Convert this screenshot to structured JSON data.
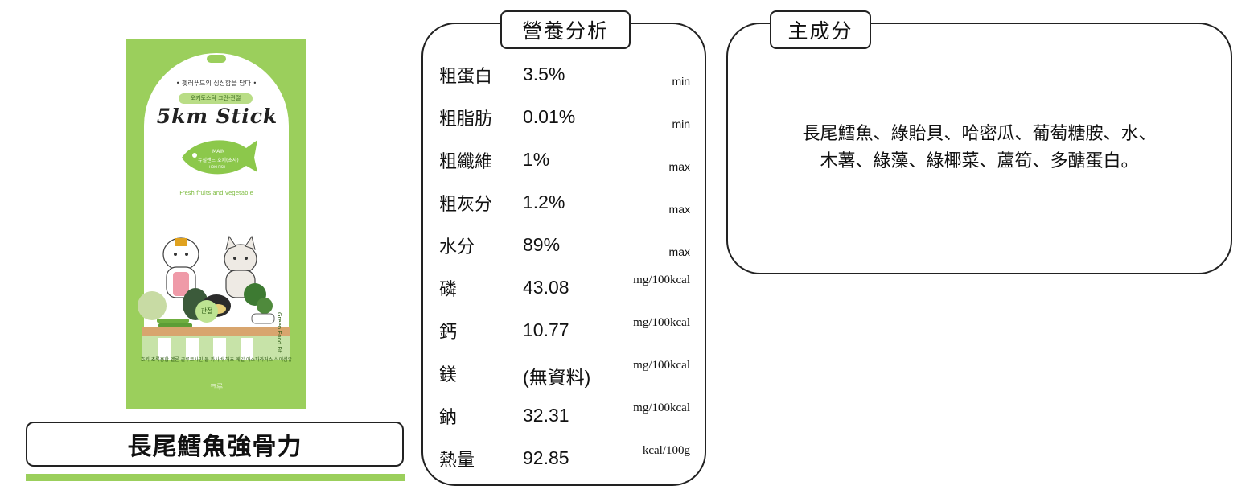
{
  "product": {
    "name": "長尾鱈魚強骨力",
    "package": {
      "tagline": "• 펫러푸드의 싱싱함을 담다 •",
      "subtag": "오키도스틱 그린-관절",
      "brand": "5km Stick",
      "main_label": "MAIN",
      "fish_text": "뉴질랜드 호키(초사)",
      "fish_sub": "HOKI FISH",
      "fresh_text": "Fresh fruits and vegetable",
      "flavor_badge": "관절",
      "vertical_text": "Green Food Fit",
      "bottom_text": "호키 초록홍합 멜론 글루코사민 물 카사바 해초 케일 아스파라거스 식이섬유",
      "maker": "크루",
      "colors": {
        "package_green": "#9bcf5c",
        "arch": "#ffffff"
      }
    }
  },
  "nutrition": {
    "title": "營養分析",
    "rows": [
      {
        "label": "粗蛋白",
        "value": "3.5%",
        "unit": "min"
      },
      {
        "label": "粗脂肪",
        "value": "0.01%",
        "unit": "min"
      },
      {
        "label": "粗纖維",
        "value": "1%",
        "unit": "max"
      },
      {
        "label": "粗灰分",
        "value": "1.2%",
        "unit": "max"
      },
      {
        "label": "水分",
        "value": "89%",
        "unit": "max"
      },
      {
        "label": "磷",
        "value": "43.08",
        "unit": "mg/100kcal"
      },
      {
        "label": "鈣",
        "value": "10.77",
        "unit": "mg/100kcal"
      },
      {
        "label": "鎂",
        "value": "(無資料)",
        "unit": "mg/100kcal"
      },
      {
        "label": "鈉",
        "value": "32.31",
        "unit": "mg/100kcal"
      },
      {
        "label": "熱量",
        "value": "92.85",
        "unit": "kcal/100g"
      }
    ]
  },
  "ingredients": {
    "title": "主成分",
    "line1": "長尾鱈魚、綠貽貝、哈密瓜、葡萄糖胺、水、",
    "line2": "木薯、綠藻、綠椰菜、蘆筍、多醣蛋白。"
  }
}
